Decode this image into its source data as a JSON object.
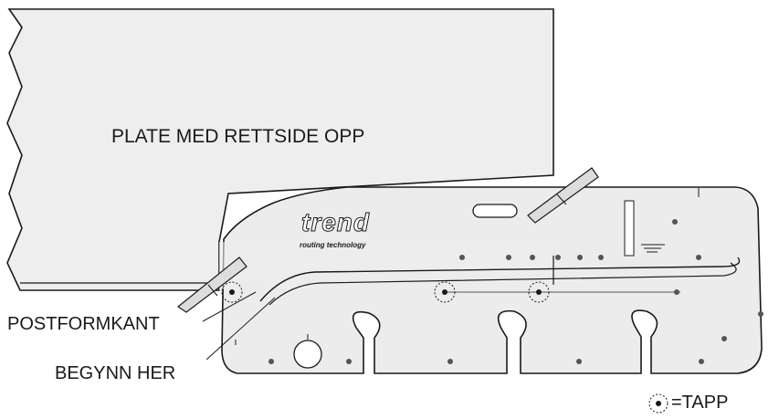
{
  "diagram": {
    "board_label": "PLATE MED RETTSIDE OPP",
    "postform_label": "POSTFORMKANT",
    "start_label": "BEGYNN HER",
    "legend_label": "=TAPP",
    "logo_main": "trend",
    "logo_sub": "routing technology",
    "legend_icon": "pin-dot-icon",
    "colors": {
      "line": "#1a1a1a",
      "jig_fill": "#ececec",
      "board_fill": "#eeeeee"
    }
  }
}
